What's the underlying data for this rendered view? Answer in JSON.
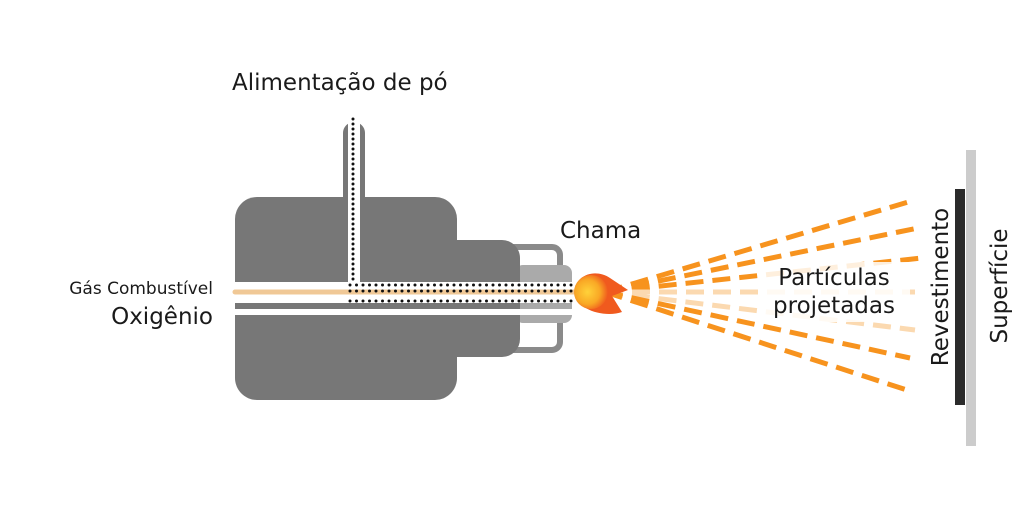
{
  "labels": {
    "powder_feed": "Alimentação de pó",
    "flame": "Chama",
    "fuel_gas": "Gás Combustível",
    "oxygen": "Oxigênio",
    "particles_line1": "Partículas",
    "particles_line2": "projetadas",
    "coating": "Revestimento",
    "surface": "Superfície"
  },
  "colors": {
    "body": "#777777",
    "nozzle": "#aaaaaa",
    "fuel_gas": "#f0c896",
    "spray": "#f7931e",
    "spray_faded": "#fbd9b0",
    "coating": "#2b2b2b",
    "surface": "#cccccc"
  }
}
